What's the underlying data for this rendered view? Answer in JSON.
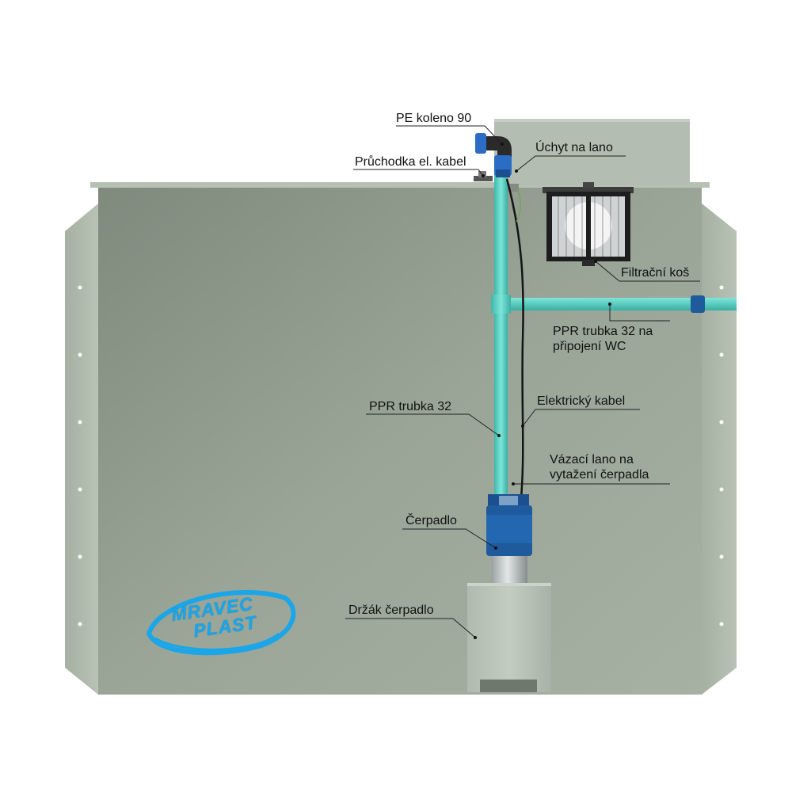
{
  "labels": {
    "pe_koleno": "PE koleno 90",
    "pruchodka": "Průchodka el. kabel",
    "uchyt": "Úchyt na lano",
    "filtracni_kos": "Filtrační koš",
    "ppr_wc": "PPR trubka 32 na připojení WC",
    "ppr": "PPR trubka 32",
    "kabel": "Elektrický kabel",
    "lano": "Vázací lano na vytažení čerpadla",
    "cerpadlo": "Čerpadlo",
    "drzak": "Držák čerpadlo"
  },
  "logo": {
    "line1": "MRAVEC",
    "line2": "PLAST"
  },
  "colors": {
    "tank_wall": "#a9b3a6",
    "tank_inner": "#8e998c",
    "pipe": "#5fd0c4",
    "pump": "#1e5a9c",
    "logo": "#1aa6e8"
  }
}
